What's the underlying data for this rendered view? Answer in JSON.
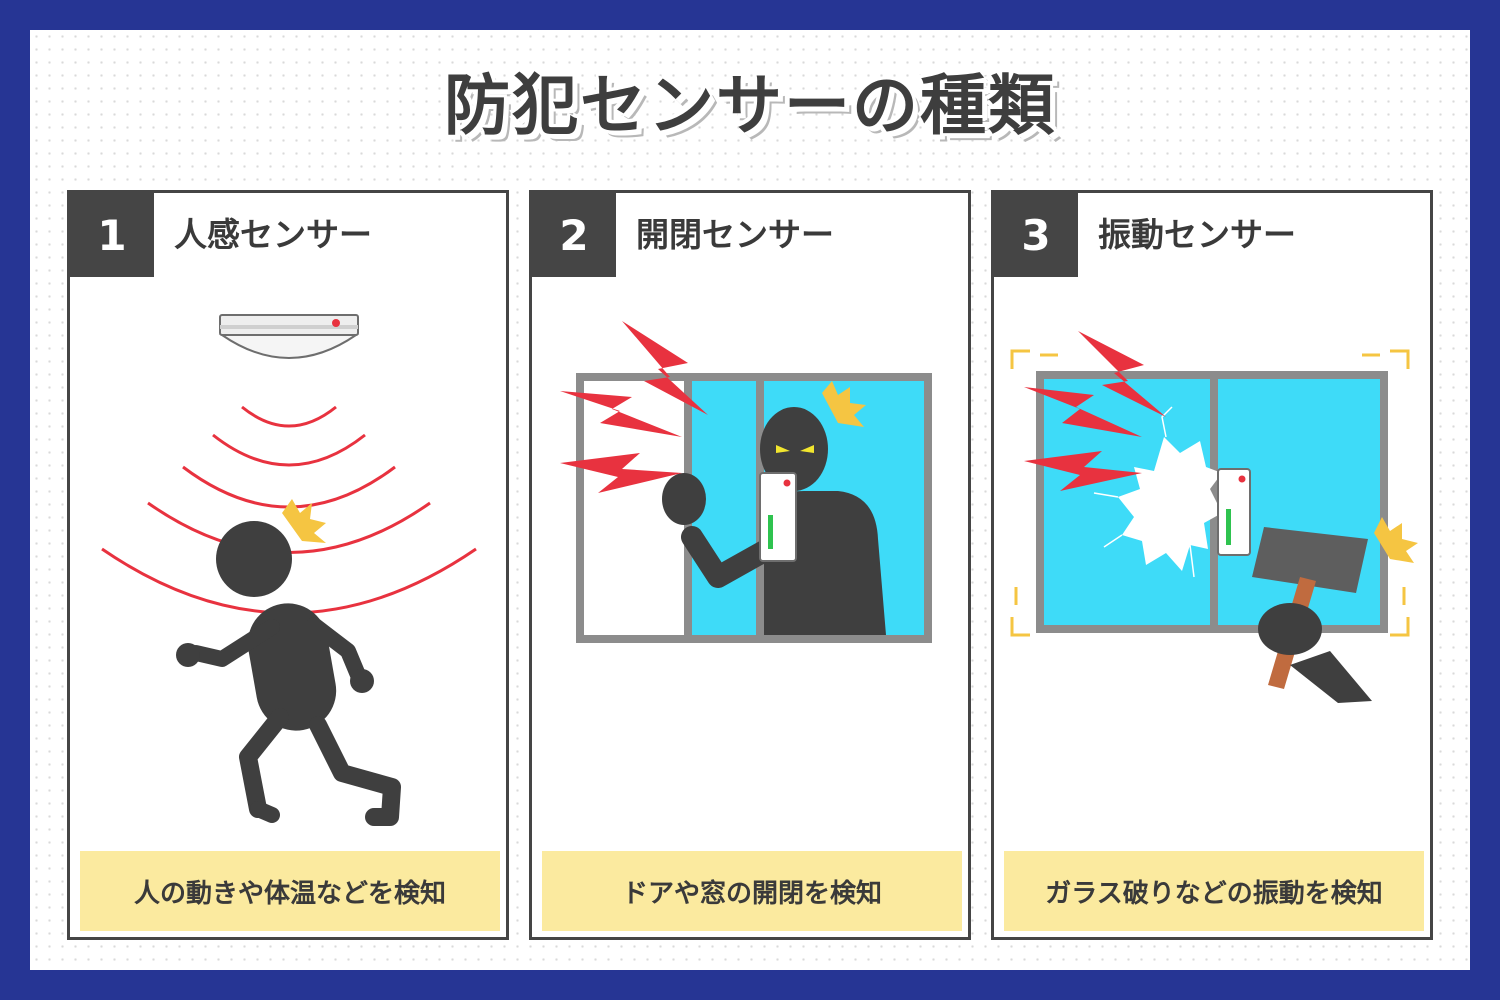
{
  "title": "防犯センサーの種類",
  "colors": {
    "frame": "#263594",
    "dark": "#454545",
    "caption_bg": "#fbea9f",
    "red": "#e8323f",
    "glass": "#3edbf8",
    "window_frame": "#8c8c8c",
    "accent_yellow": "#f5c542"
  },
  "panels": [
    {
      "number": "1",
      "title": "人感センサー",
      "caption": "人の動きや体温などを検知",
      "icon": "motion-sensor-icon"
    },
    {
      "number": "2",
      "title": "開閉センサー",
      "caption": "ドアや窓の開閉を検知",
      "icon": "door-window-sensor-icon"
    },
    {
      "number": "3",
      "title": "振動センサー",
      "caption": "ガラス破りなどの振動を検知",
      "icon": "vibration-sensor-icon"
    }
  ]
}
